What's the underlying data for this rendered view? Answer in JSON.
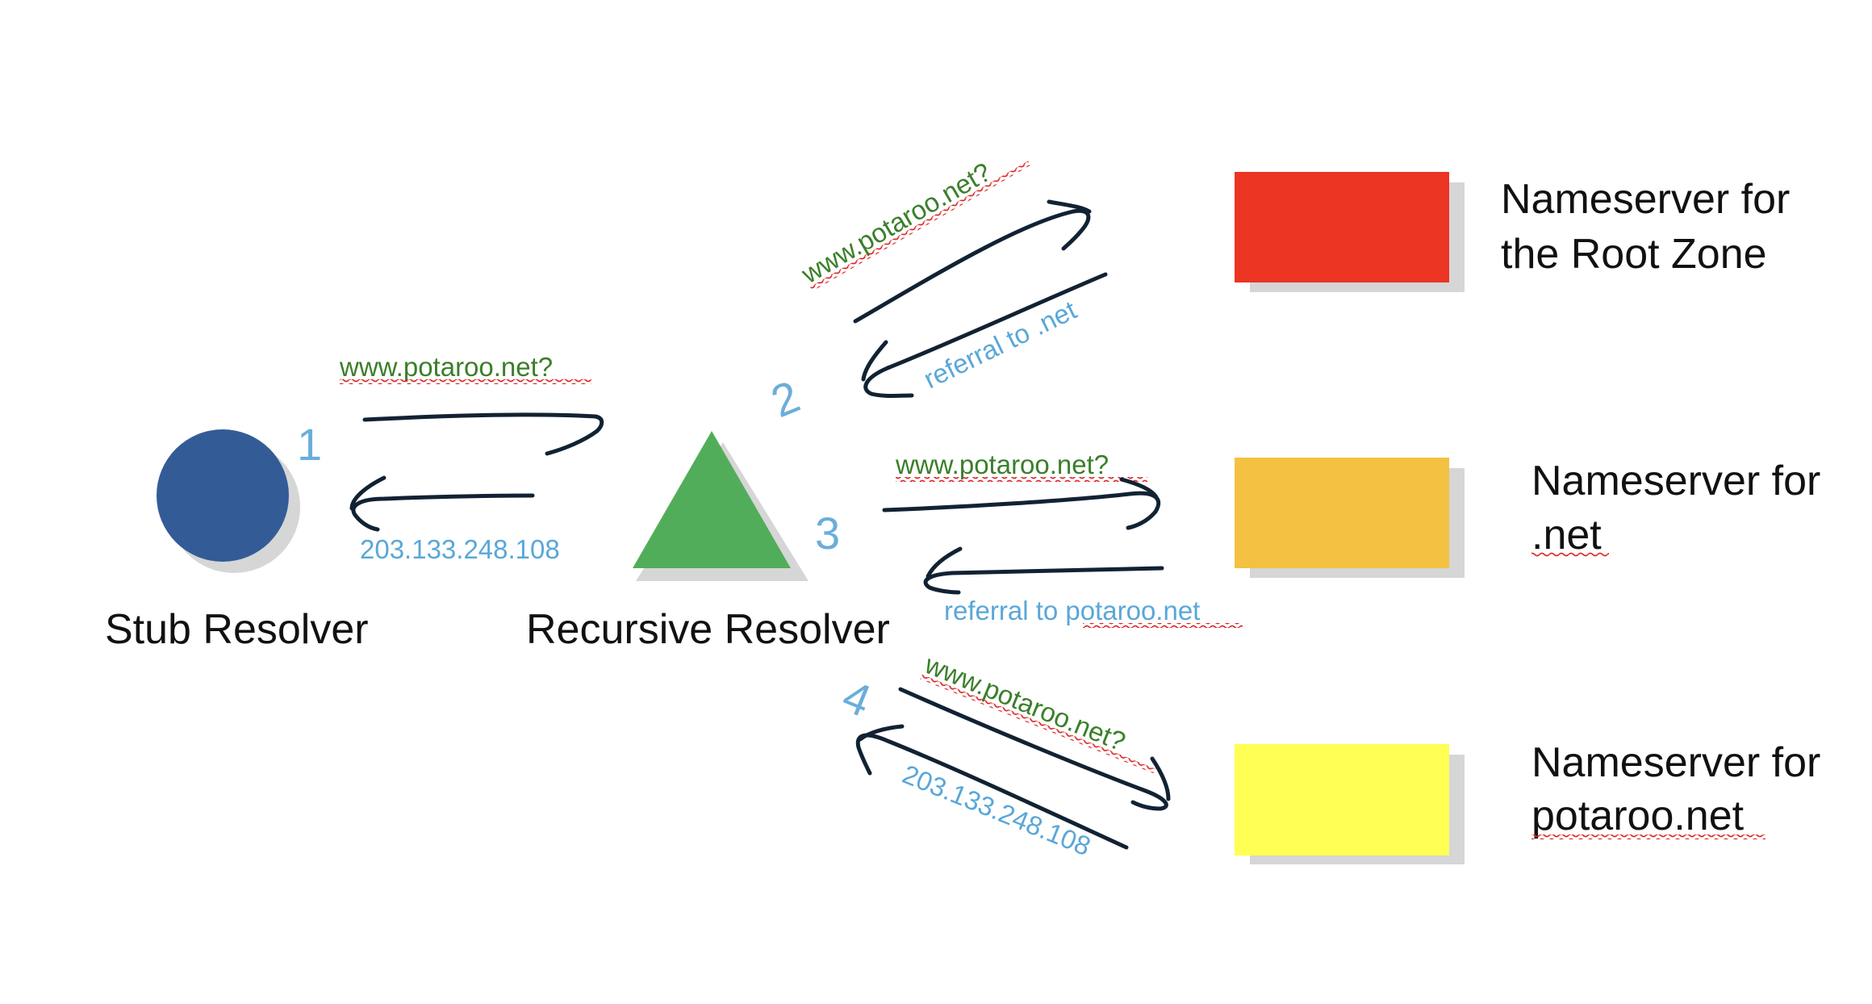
{
  "nodes": {
    "stub": {
      "label": "Stub Resolver",
      "color": "#335c96"
    },
    "recursive": {
      "label": "Recursive Resolver",
      "color": "#52ad5a"
    },
    "root": {
      "label_line1": "Nameserver for",
      "label_line2": "the Root Zone",
      "color": "#ec3423"
    },
    "net": {
      "label_line1": "Nameserver for",
      "label_line2": ".net",
      "color": "#f4c143"
    },
    "potaroo": {
      "label_line1": "Nameserver for",
      "label_line2": "potaroo.net",
      "color": "#ffff54"
    }
  },
  "steps": {
    "s1": {
      "number": "1",
      "query": "www.potaroo.net?",
      "response": "203.133.248.108"
    },
    "s2": {
      "number": "2",
      "query": "www.potaroo.net?",
      "response": "referral to .net"
    },
    "s3": {
      "number": "3",
      "query": "www.potaroo.net?",
      "response": "referral to potaroo.net"
    },
    "s4": {
      "number": "4",
      "query": "www.potaroo.net?",
      "response": "203.133.248.108"
    }
  },
  "colors": {
    "query_text": "#3a7f2a",
    "response_text": "#5aa7d8",
    "arrow": "#112233",
    "shadow": "#d6d6d6"
  }
}
